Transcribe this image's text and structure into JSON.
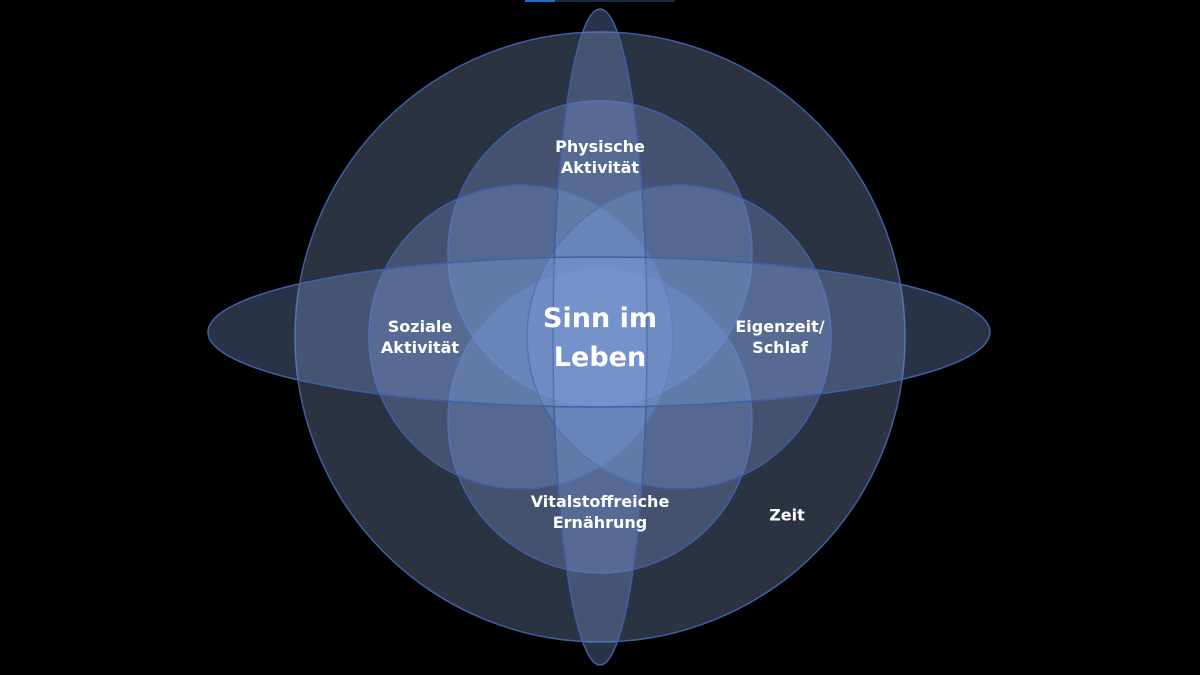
{
  "diagram": {
    "center": {
      "line1": "Sinn im",
      "line2": "Leben"
    },
    "top": {
      "line1": "Physische",
      "line2": "Aktivität"
    },
    "left": {
      "line1": "Soziale",
      "line2": "Aktivität"
    },
    "right": {
      "line1": "Eigenzeit/",
      "line2": "Schlaf"
    },
    "bottom": {
      "line1": "Vitalstoffreiche",
      "line2": "Ernährung"
    },
    "outer": "Zeit"
  },
  "colors": {
    "background": "#000000",
    "outer_fill": "#2b3242",
    "shape_fill": "#7f9fdc",
    "stroke": "#3f5fa6"
  }
}
